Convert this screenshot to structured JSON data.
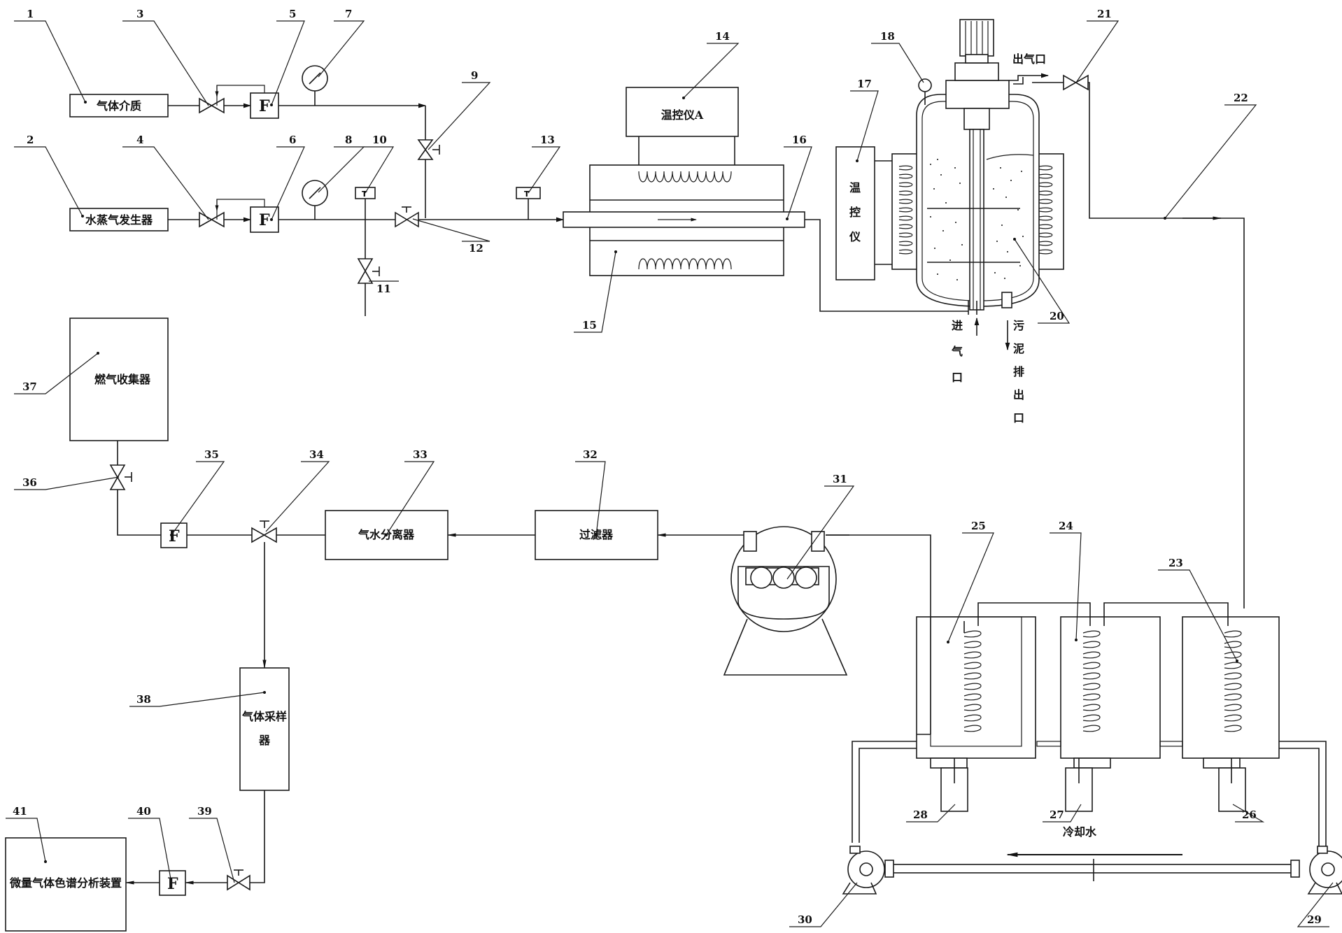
{
  "equipment": {
    "gas_medium": "气体介质",
    "steam_generator": "水蒸气发生器",
    "temp_controller_a": "温控仪A",
    "temp_controller": [
      "温",
      "控",
      "仪"
    ],
    "gas_outlet": "出气口",
    "gas_inlet": [
      "进",
      "气",
      "口"
    ],
    "sludge_outlet": [
      "污",
      "泥",
      "排",
      "出",
      "口"
    ],
    "fuel_gas_collector": "燃气收集器",
    "gas_water_separator": "气水分离器",
    "filter": "过滤器",
    "gas_sampler": [
      "气体采样",
      "器"
    ],
    "gc_analyzer": "微量气体色谱分析装置",
    "cooling_water": "冷却水",
    "flowmeter": "F"
  },
  "callouts": [
    "1",
    "2",
    "3",
    "4",
    "5",
    "6",
    "7",
    "8",
    "9",
    "10",
    "11",
    "12",
    "13",
    "14",
    "15",
    "16",
    "17",
    "18",
    "20",
    "21",
    "22",
    "23",
    "24",
    "25",
    "26",
    "27",
    "28",
    "29",
    "30",
    "31",
    "32",
    "33",
    "34",
    "35",
    "36",
    "37",
    "38",
    "39",
    "40",
    "41"
  ]
}
